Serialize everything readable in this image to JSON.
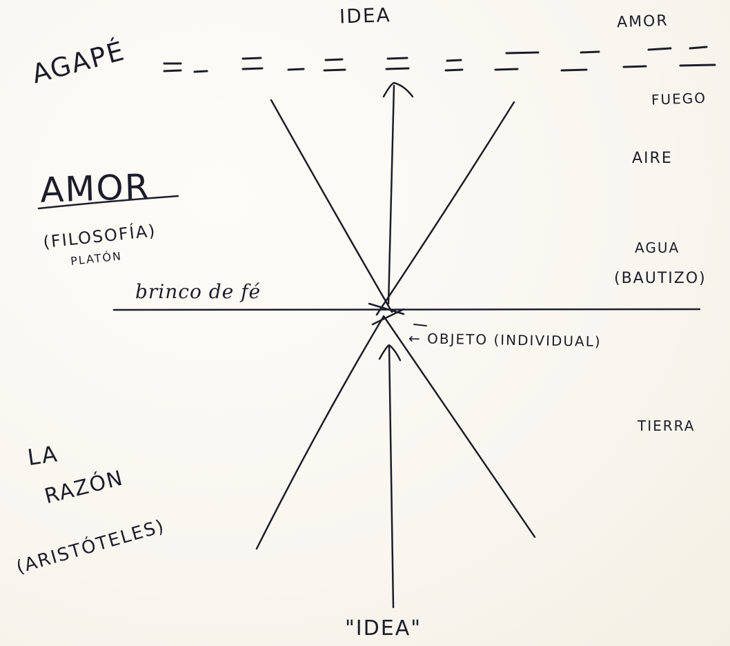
{
  "labels": {
    "idea_top": "IDEA",
    "amor_top": "AMOR",
    "agape": "AGAPÉ",
    "fuego": "FUEGO",
    "aire": "AIRE",
    "amor_main": "AMOR",
    "filosofia": "(FILOSOFÍA)",
    "platon": "PLATÓN",
    "agua": "AGUA",
    "bautizo": "(BAUTIZO)",
    "brinco": "brinco de fé",
    "objeto": "← OBJETO (INDIVIDUAL)",
    "tierra": "TIERRA",
    "la": "LA",
    "razon": "RAZÓN",
    "aristoteles": "(ARISTÓTELES)",
    "idea_bottom": "\"IDEA\""
  },
  "colors": {
    "ink": "#1c1c2a",
    "paper": "#fbfaf5"
  }
}
